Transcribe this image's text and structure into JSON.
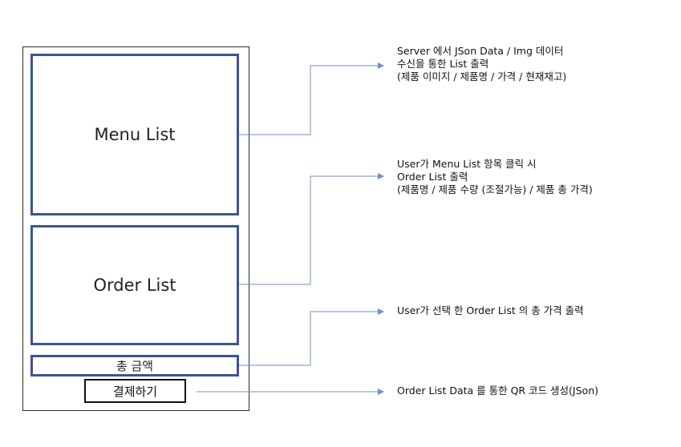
{
  "mockup": {
    "menu_list_label": "Menu List",
    "order_list_label": "Order List",
    "total_label": "총 금액",
    "pay_button_label": "결제하기"
  },
  "annotations": [
    {
      "lines": [
        "Server 에서 JSon Data / Img 데이터",
        "수신을 통한 List 출력",
        "(제품 이미지 / 제품명 / 가격 / 현재재고)"
      ]
    },
    {
      "lines": [
        "User가 Menu List 항목 클릭 시",
        "Order List 출력",
        "(제품명 / 제품 수량 (조절가능) / 제품 총 가격)"
      ]
    },
    {
      "lines": [
        "User가 선택 한 Order List 의 총 가격 출력"
      ]
    },
    {
      "lines": [
        "Order List Data 를 통한 QR 코드 생성(JSon)"
      ]
    }
  ],
  "colors": {
    "panel_border": "#3a5592",
    "connector": "#6f8fc7"
  }
}
